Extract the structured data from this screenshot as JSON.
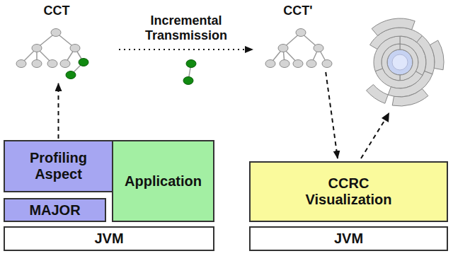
{
  "diagram": {
    "nodes": [
      {
        "text": [
          "CCT"
        ]
      },
      {
        "text": [
          "CCT'"
        ]
      },
      {
        "text": [
          "Profiling Aspect"
        ]
      },
      {
        "text": [
          "MAJOR"
        ]
      },
      {
        "text": [
          "Application"
        ]
      },
      {
        "text": [
          "JVM"
        ]
      },
      {
        "text": [
          "CCRC Visualization"
        ]
      },
      {
        "text": [
          "JVM"
        ]
      }
    ],
    "edges": [
      {
        "from": 2,
        "to": 0,
        "arrow": "to"
      },
      {
        "from": 0,
        "to": 1,
        "label": "Incremental Transmission",
        "arrow": "to"
      },
      {
        "from": 1,
        "to": 6,
        "arrow": "to"
      }
    ]
  }
}
